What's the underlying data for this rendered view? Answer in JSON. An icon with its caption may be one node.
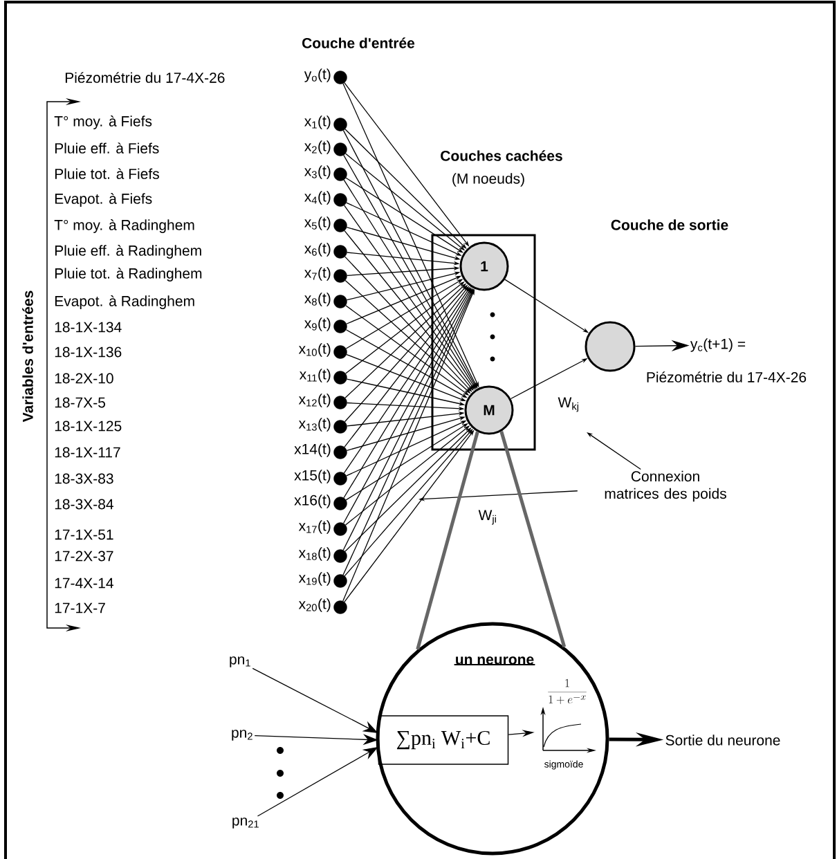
{
  "diagram": {
    "nodes": [
      {
        "text": [],
        "shape": "circle",
        "beside": [
          "y$_{o}$(t)"
        ]
      },
      {
        "text": [],
        "shape": "circle",
        "beside": [
          "x$_{1}$(t)"
        ]
      },
      {
        "text": [],
        "shape": "circle",
        "beside": [
          "x$_{2}$(t)"
        ]
      },
      {
        "text": [],
        "shape": "circle",
        "beside": [
          "x$_{3}$(t)"
        ]
      },
      {
        "text": [],
        "shape": "circle",
        "beside": [
          "x$_{4}$(t)"
        ]
      },
      {
        "text": [],
        "shape": "circle",
        "beside": [
          "x$_{5}$(t)"
        ]
      },
      {
        "text": [],
        "shape": "circle",
        "beside": [
          "x$_{6}$(t)"
        ]
      },
      {
        "text": [],
        "shape": "circle",
        "beside": [
          "x$_{7}$(t)"
        ]
      },
      {
        "text": [],
        "shape": "circle",
        "beside": [
          "x$_{8}$(t)"
        ]
      },
      {
        "text": [],
        "shape": "circle",
        "beside": [
          "x$_{9}$(t)"
        ]
      },
      {
        "text": [],
        "shape": "circle",
        "beside": [
          "x$_{10}$(t)"
        ]
      },
      {
        "text": [],
        "shape": "circle",
        "beside": [
          "x$_{11}$(t)"
        ]
      },
      {
        "text": [],
        "shape": "circle",
        "beside": [
          "x$_{12}$(t)"
        ]
      },
      {
        "text": [],
        "shape": "circle",
        "beside": [
          "x$_{13}$(t)"
        ]
      },
      {
        "text": [],
        "shape": "circle",
        "beside": [
          "x14(t)"
        ]
      },
      {
        "text": [],
        "shape": "circle",
        "beside": [
          "x15(t)"
        ]
      },
      {
        "text": [],
        "shape": "circle",
        "beside": [
          "x16(t)"
        ]
      },
      {
        "text": [],
        "shape": "circle",
        "beside": [
          "x$_{17}$(t)"
        ]
      },
      {
        "text": [],
        "shape": "circle",
        "beside": [
          "x$_{18}$(t)"
        ]
      },
      {
        "text": [],
        "shape": "circle",
        "beside": [
          "x$_{19}$(t)"
        ]
      },
      {
        "text": [],
        "shape": "circle",
        "beside": [
          "x$_{20}$(t)"
        ]
      },
      {
        "text": [],
        "shape": "box"
      },
      {
        "text": [
          "1"
        ],
        "in": 21
      },
      {
        "text": [
          "M"
        ],
        "in": 21
      },
      {
        "text": [],
        "shape": "circle"
      },
      {
        "text": [
          "y$_{c}$(t+1) ="
        ],
        "beside": [
          "Piézométrie du 17-4X-26"
        ]
      },
      {
        "text": [
          "Connexion matrices des poids"
        ]
      },
      {
        "text": [
          "un neurone"
        ]
      },
      {
        "text": [
          "∑pn$_{i}$ W$_{i}$+C"
        ],
        "in": 27
      },
      {
        "text": [
          "\\frac{1}{1+e^{-x}}",
          "sigmoïde"
        ],
        "in": 27
      },
      {
        "text": [
          "Sortie du neurone"
        ]
      },
      {
        "text": [
          "pn$_{1}$"
        ]
      },
      {
        "text": [
          "pn$_{2}$"
        ]
      },
      {
        "text": [
          "pn$_{21}$"
        ]
      }
    ],
    "edges": [
      {
        "from": 0,
        "to": 22,
        "arrow": "to"
      },
      {
        "from": 0,
        "to": 23,
        "arrow": "to"
      },
      {
        "from": 1,
        "to": 22,
        "arrow": "to"
      },
      {
        "from": 1,
        "to": 23,
        "arrow": "to"
      },
      {
        "from": 2,
        "to": 22,
        "arrow": "to"
      },
      {
        "from": 2,
        "to": 23,
        "arrow": "to"
      },
      {
        "from": 3,
        "to": 22,
        "arrow": "to"
      },
      {
        "from": 3,
        "to": 23,
        "arrow": "to"
      },
      {
        "from": 4,
        "to": 22,
        "arrow": "to"
      },
      {
        "from": 4,
        "to": 23,
        "arrow": "to"
      },
      {
        "from": 5,
        "to": 22,
        "arrow": "to"
      },
      {
        "from": 5,
        "to": 23,
        "arrow": "to"
      },
      {
        "from": 6,
        "to": 22,
        "arrow": "to"
      },
      {
        "from": 6,
        "to": 23,
        "arrow": "to"
      },
      {
        "from": 7,
        "to": 22,
        "arrow": "to"
      },
      {
        "from": 7,
        "to": 23,
        "arrow": "to"
      },
      {
        "from": 8,
        "to": 22,
        "arrow": "to"
      },
      {
        "from": 8,
        "to": 23,
        "arrow": "to"
      },
      {
        "from": 9,
        "to": 22,
        "arrow": "to"
      },
      {
        "from": 9,
        "to": 23,
        "arrow": "to"
      },
      {
        "from": 10,
        "to": 22,
        "arrow": "to"
      },
      {
        "from": 10,
        "to": 23,
        "arrow": "to"
      },
      {
        "from": 11,
        "to": 22,
        "arrow": "to"
      },
      {
        "from": 11,
        "to": 23,
        "arrow": "to"
      },
      {
        "from": 12,
        "to": 22,
        "arrow": "to"
      },
      {
        "from": 12,
        "to": 23,
        "arrow": "to"
      },
      {
        "from": 13,
        "to": 22,
        "arrow": "to"
      },
      {
        "from": 13,
        "to": 23,
        "arrow": "to"
      },
      {
        "from": 14,
        "to": 22,
        "arrow": "to"
      },
      {
        "from": 14,
        "to": 23,
        "arrow": "to"
      },
      {
        "from": 15,
        "to": 22,
        "arrow": "to"
      },
      {
        "from": 15,
        "to": 23,
        "arrow": "to"
      },
      {
        "from": 16,
        "to": 22,
        "arrow": "to"
      },
      {
        "from": 16,
        "to": 23,
        "arrow": "to"
      },
      {
        "from": 17,
        "to": 22,
        "arrow": "to"
      },
      {
        "from": 17,
        "to": 23,
        "arrow": "to"
      },
      {
        "from": 18,
        "to": 22,
        "arrow": "to"
      },
      {
        "from": 18,
        "to": 23,
        "arrow": "to"
      },
      {
        "from": 19,
        "to": 22,
        "arrow": "to"
      },
      {
        "from": 19,
        "to": 23,
        "arrow": "to"
      },
      {
        "from": 20,
        "to": 22,
        "arrow": "to"
      },
      {
        "from": 20,
        "to": 23,
        "arrow": "to"
      },
      {
        "from": 22,
        "to": 24,
        "arrow": "to"
      },
      {
        "from": 23,
        "to": 24,
        "arrow": "to"
      },
      {
        "from": 24,
        "to": 25,
        "arrow": "to"
      },
      {
        "from": 26,
        "to": null,
        "arrow": "to"
      },
      {
        "from": 26,
        "to": null,
        "arrow": "to"
      },
      {
        "from": 23,
        "to": 27,
        "arrow": "none",
        "style": "thick",
        "color": "#666666"
      },
      {
        "from": 23,
        "to": 27,
        "arrow": "none",
        "style": "thick",
        "color": "#666666"
      },
      {
        "from": 31,
        "to": 28,
        "arrow": "to"
      },
      {
        "from": 32,
        "to": 28,
        "arrow": "to"
      },
      {
        "from": 33,
        "to": 28,
        "arrow": "to"
      },
      {
        "from": 28,
        "to": 29,
        "arrow": "to"
      },
      {
        "from": 27,
        "to": 30,
        "arrow": "to",
        "style": "thick"
      }
    ],
    "labels": [
      "Couche d'entrée",
      "Piézométrie du 17-4X-26",
      "T° moy. à Fiefs",
      "Pluie eff. à Fiefs",
      "Pluie tot. à Fiefs",
      "Evapot. à Fiefs",
      "T° moy. à Radinghem",
      "Pluie eff. à Radinghem",
      "Pluie tot. à Radinghem",
      "Evapot. à Radinghem",
      "18-1X-134",
      "18-1X-136",
      "18-2X-10",
      "18-7X-5",
      "18-1X-125",
      "18-1X-117",
      "18-3X-83",
      "18-3X-84",
      "17-1X-51",
      "17-2X-37",
      "17-4X-14",
      "17-1X-7",
      "Variables d'entrées",
      "Couches cachées",
      "(M noeuds)",
      "Couche de sortie",
      "W$_{kj}$",
      "W$_{ji}$"
    ]
  }
}
